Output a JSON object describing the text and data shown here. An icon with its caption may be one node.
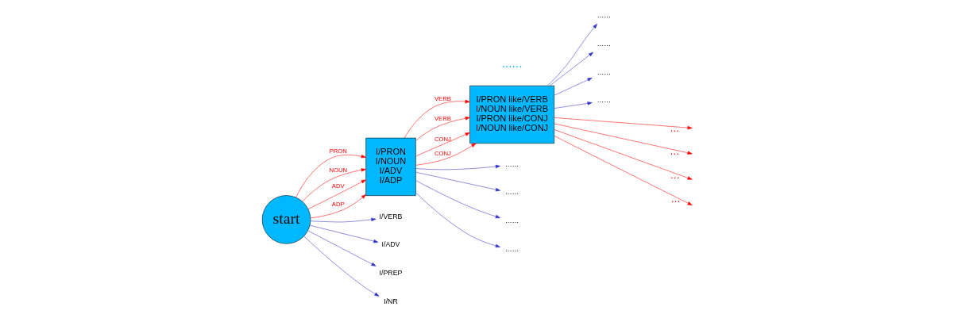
{
  "diagram": {
    "nodes": [
      {
        "text": [
          "start"
        ]
      },
      {
        "text": [
          "I/PRON",
          "I/NOUN",
          "I/ADV",
          "I/ADP"
        ]
      },
      {
        "text": [
          "I/PRON like/VERB",
          "I/NOUN like/VERB",
          "I/PRON like/CONJ",
          "I/NOUN like/CONJ"
        ]
      },
      {
        "text": [
          "I/VERB"
        ]
      },
      {
        "text": [
          "I/ADV"
        ]
      },
      {
        "text": [
          "I/PREP"
        ]
      },
      {
        "text": [
          "I/NR"
        ]
      },
      {
        "text": [
          "……"
        ]
      },
      {
        "text": [
          "……"
        ]
      },
      {
        "text": [
          "……"
        ]
      },
      {
        "text": [
          "……"
        ]
      },
      {
        "text": [
          "……"
        ]
      },
      {
        "text": [
          "……"
        ]
      },
      {
        "text": [
          "……"
        ]
      },
      {
        "text": [
          "……"
        ]
      }
    ],
    "edges": [
      {
        "from": 0,
        "to": 1,
        "arrow": "to",
        "label": "PRON",
        "color": "#ff0000"
      },
      {
        "from": 0,
        "to": 1,
        "arrow": "to",
        "label": "NOUN",
        "color": "#ff0000"
      },
      {
        "from": 0,
        "to": 1,
        "arrow": "to",
        "label": "ADV",
        "color": "#ff0000"
      },
      {
        "from": 0,
        "to": 1,
        "arrow": "to",
        "label": "ADP",
        "color": "#ff0000"
      },
      {
        "from": 1,
        "to": 2,
        "arrow": "to",
        "label": "VERB",
        "color": "#ff0000"
      },
      {
        "from": 1,
        "to": 2,
        "arrow": "to",
        "label": "VERB",
        "color": "#ff0000"
      },
      {
        "from": 1,
        "to": 2,
        "arrow": "to",
        "label": "CONJ",
        "color": "#ff0000"
      },
      {
        "from": 1,
        "to": 2,
        "arrow": "to",
        "label": "CONJ",
        "color": "#ff0000"
      },
      {
        "from": 2,
        "to": null,
        "arrow": "to",
        "label": "…",
        "color": "#ff0000"
      },
      {
        "from": 2,
        "to": null,
        "arrow": "to",
        "label": "…",
        "color": "#ff0000"
      },
      {
        "from": 2,
        "to": null,
        "arrow": "to",
        "label": "…",
        "color": "#ff0000"
      },
      {
        "from": 2,
        "to": null,
        "arrow": "to",
        "label": "…",
        "color": "#ff0000"
      },
      {
        "from": 0,
        "to": 3,
        "arrow": "to",
        "color": "#3333cc"
      },
      {
        "from": 0,
        "to": 4,
        "arrow": "to",
        "color": "#3333cc"
      },
      {
        "from": 0,
        "to": 5,
        "arrow": "to",
        "color": "#3333cc"
      },
      {
        "from": 0,
        "to": 6,
        "arrow": "to",
        "color": "#3333cc"
      },
      {
        "from": 1,
        "to": 7,
        "arrow": "to",
        "color": "#3333cc"
      },
      {
        "from": 1,
        "to": 8,
        "arrow": "to",
        "color": "#3333cc"
      },
      {
        "from": 1,
        "to": 9,
        "arrow": "to",
        "color": "#3333cc"
      },
      {
        "from": 1,
        "to": 10,
        "arrow": "to",
        "color": "#3333cc"
      },
      {
        "from": 2,
        "to": 11,
        "arrow": "to",
        "color": "#3333cc"
      },
      {
        "from": 2,
        "to": 12,
        "arrow": "to",
        "color": "#3333cc"
      },
      {
        "from": 2,
        "to": 13,
        "arrow": "to",
        "color": "#3333cc"
      },
      {
        "from": 2,
        "to": 14,
        "arrow": "to",
        "color": "#3333cc"
      }
    ],
    "labels": [
      "......"
    ]
  }
}
